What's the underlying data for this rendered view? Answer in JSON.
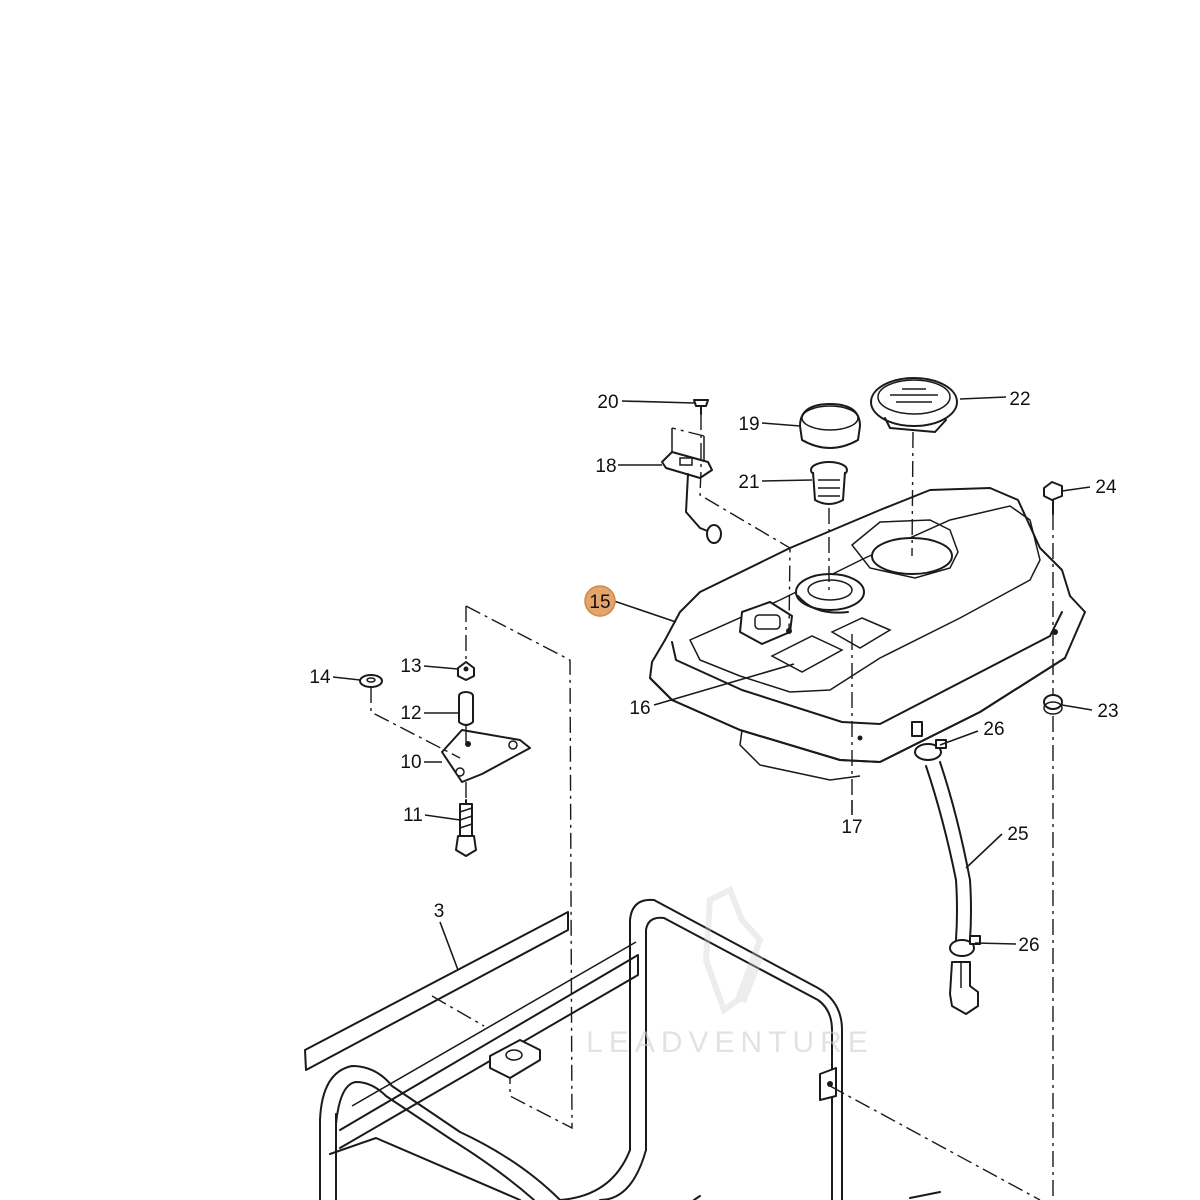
{
  "diagram": {
    "callouts": {
      "c3": "3",
      "c10": "10",
      "c11": "11",
      "c12": "12",
      "c13": "13",
      "c14": "14",
      "c15": "15",
      "c16": "16",
      "c17": "17",
      "c18": "18",
      "c19": "19",
      "c20": "20",
      "c21": "21",
      "c22": "22",
      "c23": "23",
      "c24": "24",
      "c25": "25",
      "c26a": "26",
      "c26b": "26"
    },
    "highlight_color": "#e5a56a",
    "watermark": "LEADVENTURE"
  }
}
